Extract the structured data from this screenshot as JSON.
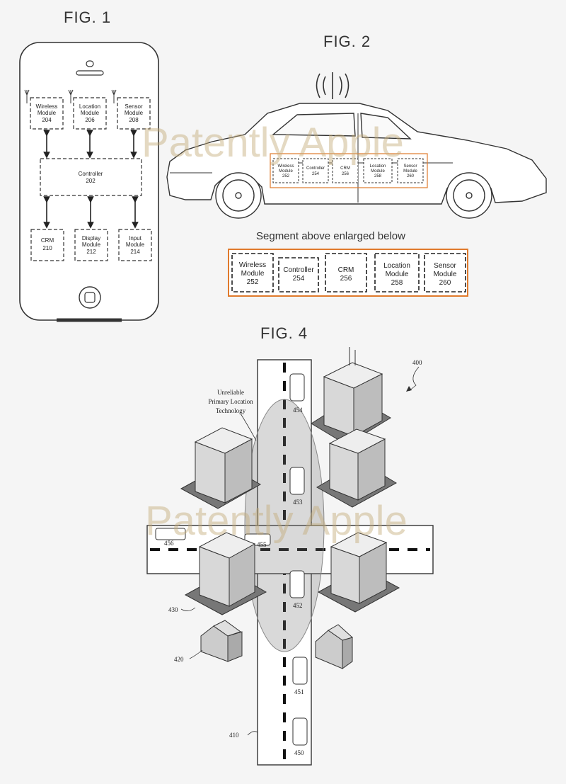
{
  "fig1": {
    "title": "FIG. 1",
    "top_modules": [
      {
        "name": "Wireless",
        "name2": "Module",
        "num": "204"
      },
      {
        "name": "Location",
        "name2": "Module",
        "num": "206"
      },
      {
        "name": "Sensor",
        "name2": "Module",
        "num": "208"
      }
    ],
    "controller": {
      "name": "Controller",
      "num": "202"
    },
    "bottom_modules": [
      {
        "name": "CRM",
        "name2": "",
        "num": "210"
      },
      {
        "name": "Display",
        "name2": "Module",
        "num": "212"
      },
      {
        "name": "Input",
        "name2": "Module",
        "num": "214"
      }
    ]
  },
  "fig2": {
    "title": "FIG. 2",
    "caption": "Segment above enlarged below",
    "modules": [
      {
        "name": "Wireless",
        "name2": "Module",
        "num": "252"
      },
      {
        "name": "Controller",
        "name2": "",
        "num": "254"
      },
      {
        "name": "CRM",
        "name2": "",
        "num": "256"
      },
      {
        "name": "Location",
        "name2": "Module",
        "num": "258"
      },
      {
        "name": "Sensor",
        "name2": "Module",
        "num": "260"
      }
    ]
  },
  "fig4": {
    "title": "FIG. 4",
    "ref_number": "400",
    "zone_label_lines": [
      "Unreliable",
      "Primary Location",
      "Technology"
    ],
    "refs": {
      "road": "410",
      "house": "420",
      "building": "430",
      "car_450": "450",
      "car_451": "451",
      "car_452": "452",
      "car_453": "453",
      "car_454": "454",
      "car_455": "455",
      "car_456": "456"
    }
  },
  "watermark": "Patently Apple",
  "colors": {
    "highlight": "#e07a2c",
    "watermark": "#c3aa78",
    "line": "#333333"
  }
}
